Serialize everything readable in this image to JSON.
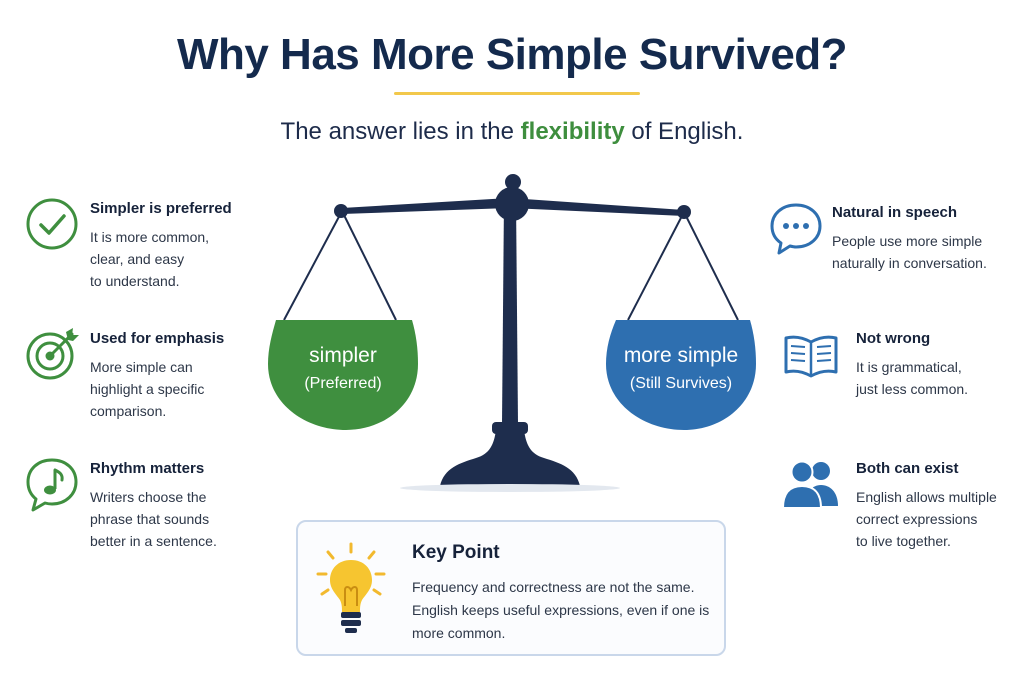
{
  "title": "Why Has More Simple Survived?",
  "subtitle": {
    "before": "The answer lies in the ",
    "highlight": "flexibility",
    "after": " of English."
  },
  "scale": {
    "left_pan": {
      "label": "simpler",
      "sub": "(Preferred)",
      "color": "#3f8f3f"
    },
    "right_pan": {
      "label": "more simple",
      "sub": "(Still Survives)",
      "color": "#2e6fb0"
    },
    "beam_color": "#1e2d4d"
  },
  "left_features": [
    {
      "icon": "check-circle-icon",
      "title": "Simpler is preferred",
      "desc": "It is more common,\nclear, and easy\nto understand."
    },
    {
      "icon": "target-icon",
      "title": "Used for emphasis",
      "desc": "More simple can\nhighlight a specific\ncomparison."
    },
    {
      "icon": "music-note-bubble-icon",
      "title": "Rhythm matters",
      "desc": "Writers choose the\nphrase that sounds\nbetter in a sentence."
    }
  ],
  "right_features": [
    {
      "icon": "speech-bubble-icon",
      "title": "Natural in speech",
      "desc": "People use more simple\nnaturally in conversation."
    },
    {
      "icon": "open-book-icon",
      "title": "Not wrong",
      "desc": "It is grammatical,\njust less common."
    },
    {
      "icon": "people-icon",
      "title": "Both can exist",
      "desc": "English allows multiple\ncorrect expressions\nto live together."
    }
  ],
  "key_point": {
    "icon": "lightbulb-icon",
    "title": "Key Point",
    "desc": "Frequency and correctness are not the same. English keeps useful expressions, even if one is more common."
  },
  "colors": {
    "green": "#3f8f3f",
    "blue": "#2e6fb0",
    "navy": "#142a4d",
    "yellow": "#f2c84b"
  }
}
